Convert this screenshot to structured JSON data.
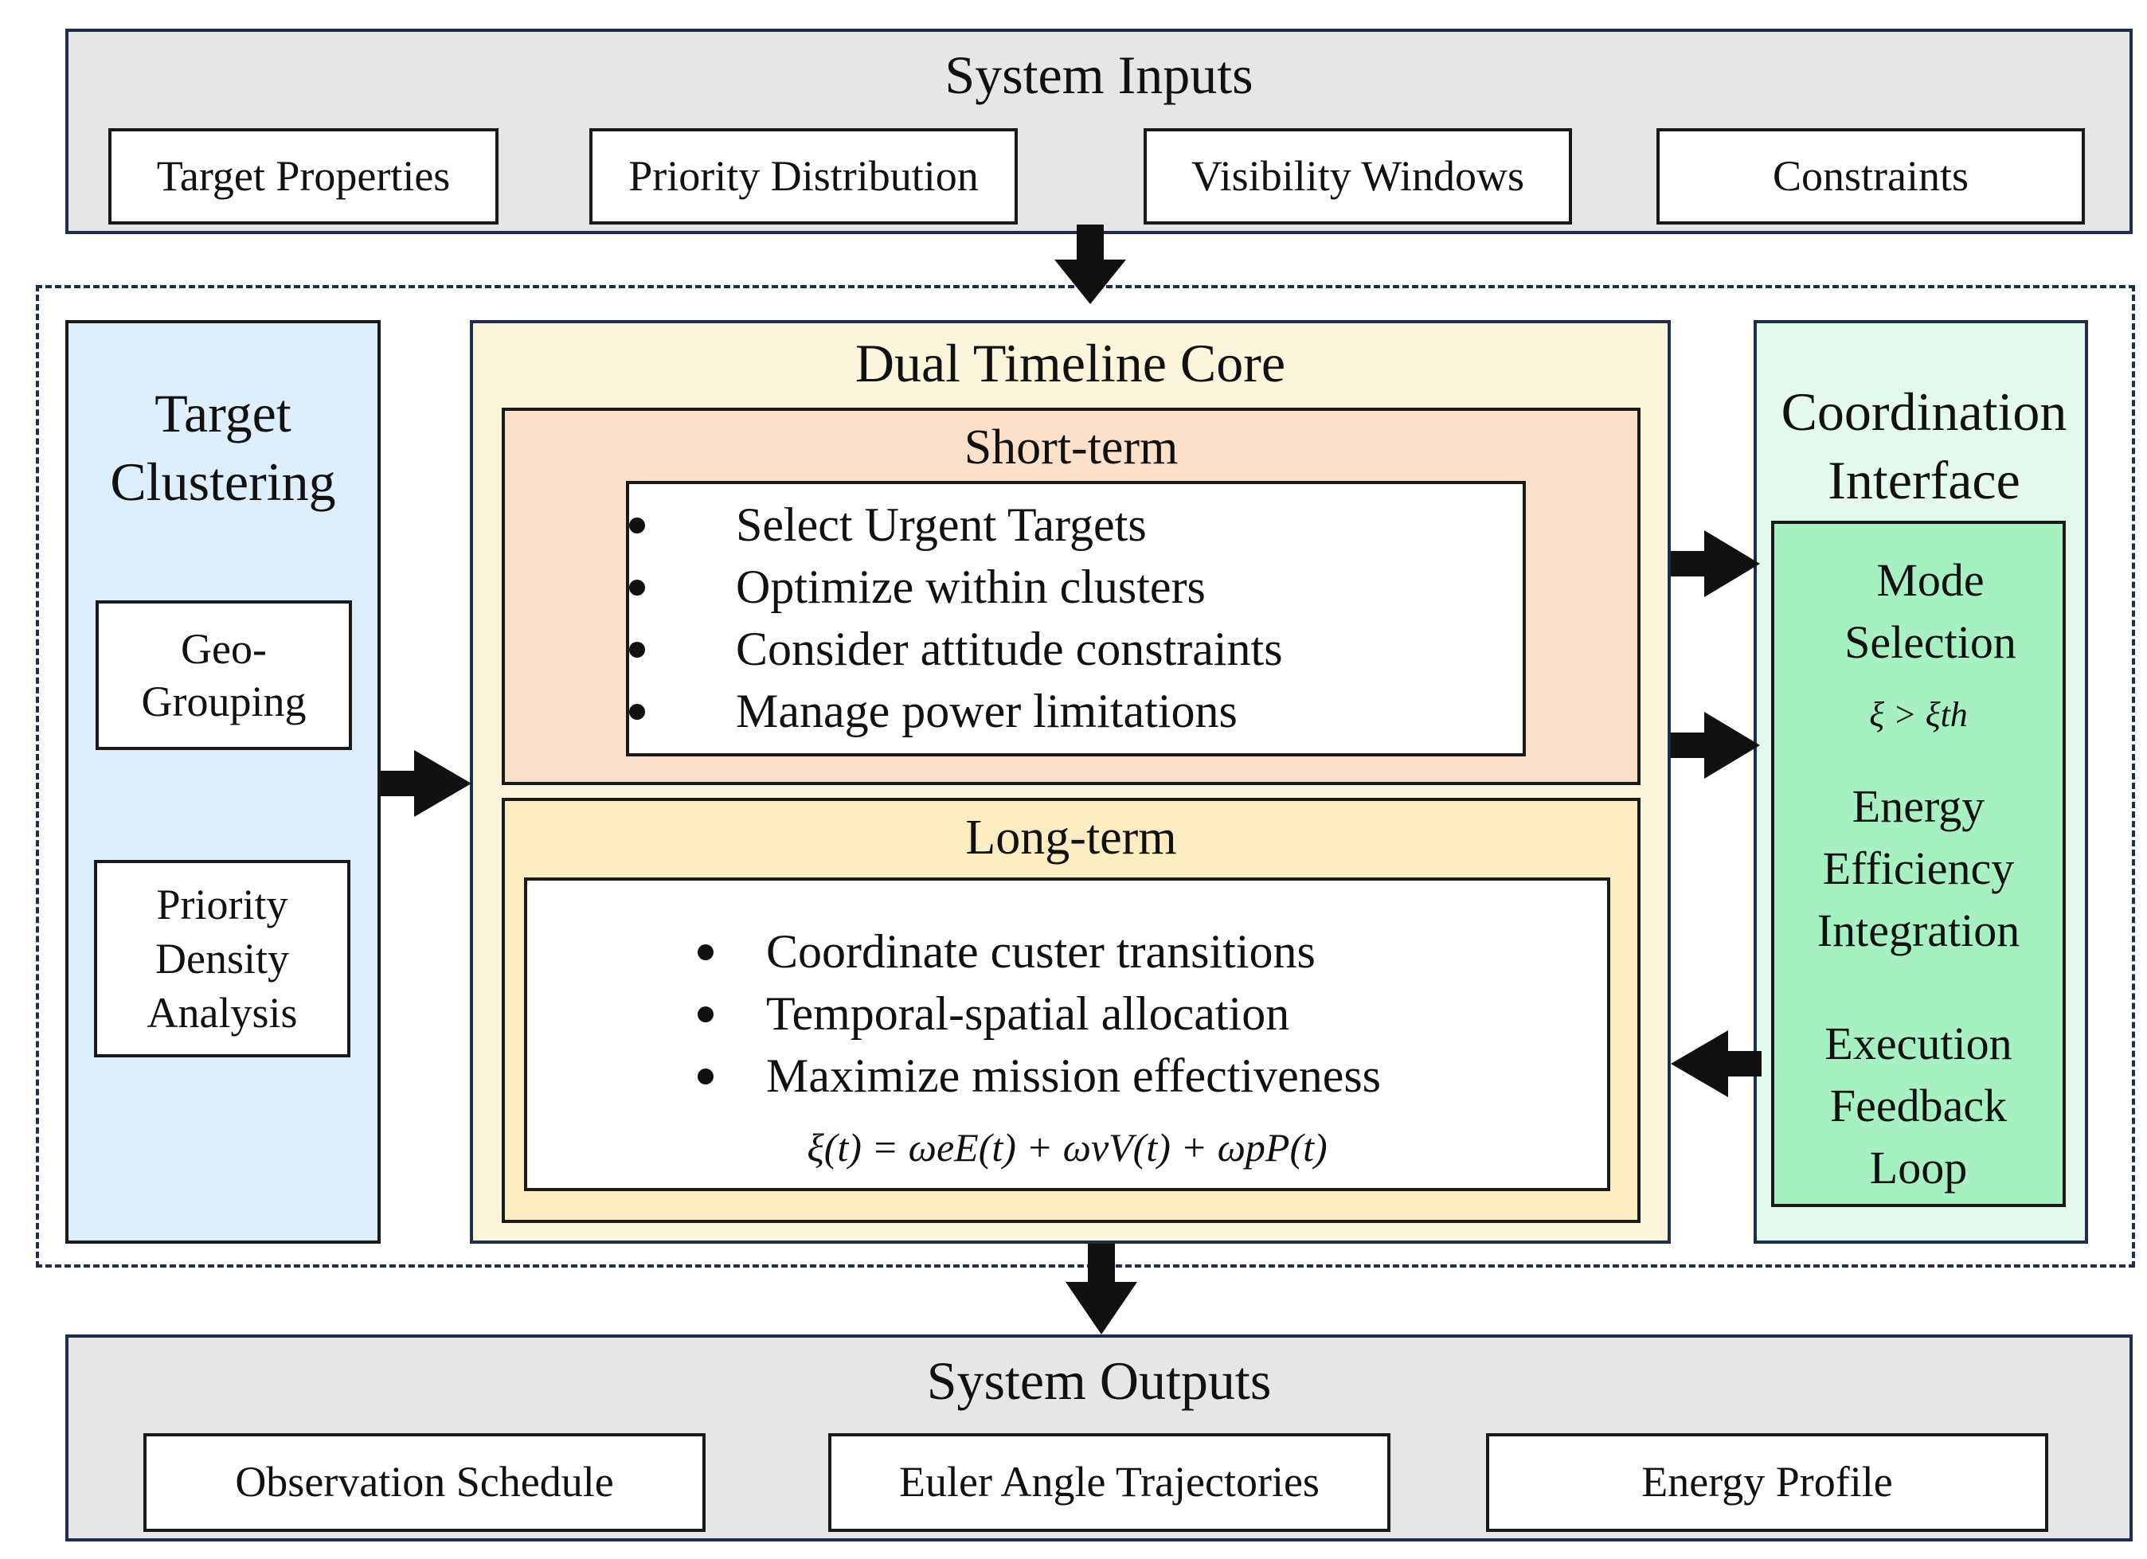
{
  "inputs": {
    "title": "System Inputs",
    "items": [
      "Target Properties",
      "Priority Distribution",
      "Visibility Windows",
      "Constraints"
    ]
  },
  "clustering": {
    "title_line1": "Target",
    "title_line2": "Clustering",
    "box1_line1": "Geo-",
    "box1_line2": "Grouping",
    "box2_line1": "Priority",
    "box2_line2": "Density",
    "box2_line3": "Analysis"
  },
  "core": {
    "title": "Dual Timeline Core",
    "short_term": {
      "title": "Short-term",
      "items": [
        "Select Urgent Targets",
        "Optimize within clusters",
        "Consider attitude constraints",
        "Manage power limitations"
      ]
    },
    "long_term": {
      "title": "Long-term",
      "items": [
        "Coordinate custer transitions",
        "Temporal-spatial allocation",
        "Maximize mission effectiveness"
      ],
      "formula": "ξ(t) = ωeE(t) + ωvV(t) + ωpP(t)"
    }
  },
  "coordination": {
    "title_line1": "Coordination",
    "title_line2": "Interface",
    "mode_line1": "Mode",
    "mode_line2": "Selection",
    "mode_formula": "ξ > ξth",
    "energy_line1": "Energy",
    "energy_line2": "Efficiency",
    "energy_line3": "Integration",
    "exec_line1": "Execution",
    "exec_line2": "Feedback",
    "exec_line3": "Loop"
  },
  "outputs": {
    "title": "System Outputs",
    "items": [
      "Observation Schedule",
      "Euler Angle Trajectories",
      "Energy Profile"
    ]
  },
  "colors": {
    "clustering_bg": "#ddeefc",
    "core_bg": "#fbf5dc",
    "short_bg": "#fde0ca",
    "long_bg": "#fbecc1",
    "coord_bg": "#e4faee",
    "coord_inner_bg": "#a6f0c2",
    "gray_bg": "#e6e6e6",
    "border": "#1f2d4d"
  }
}
